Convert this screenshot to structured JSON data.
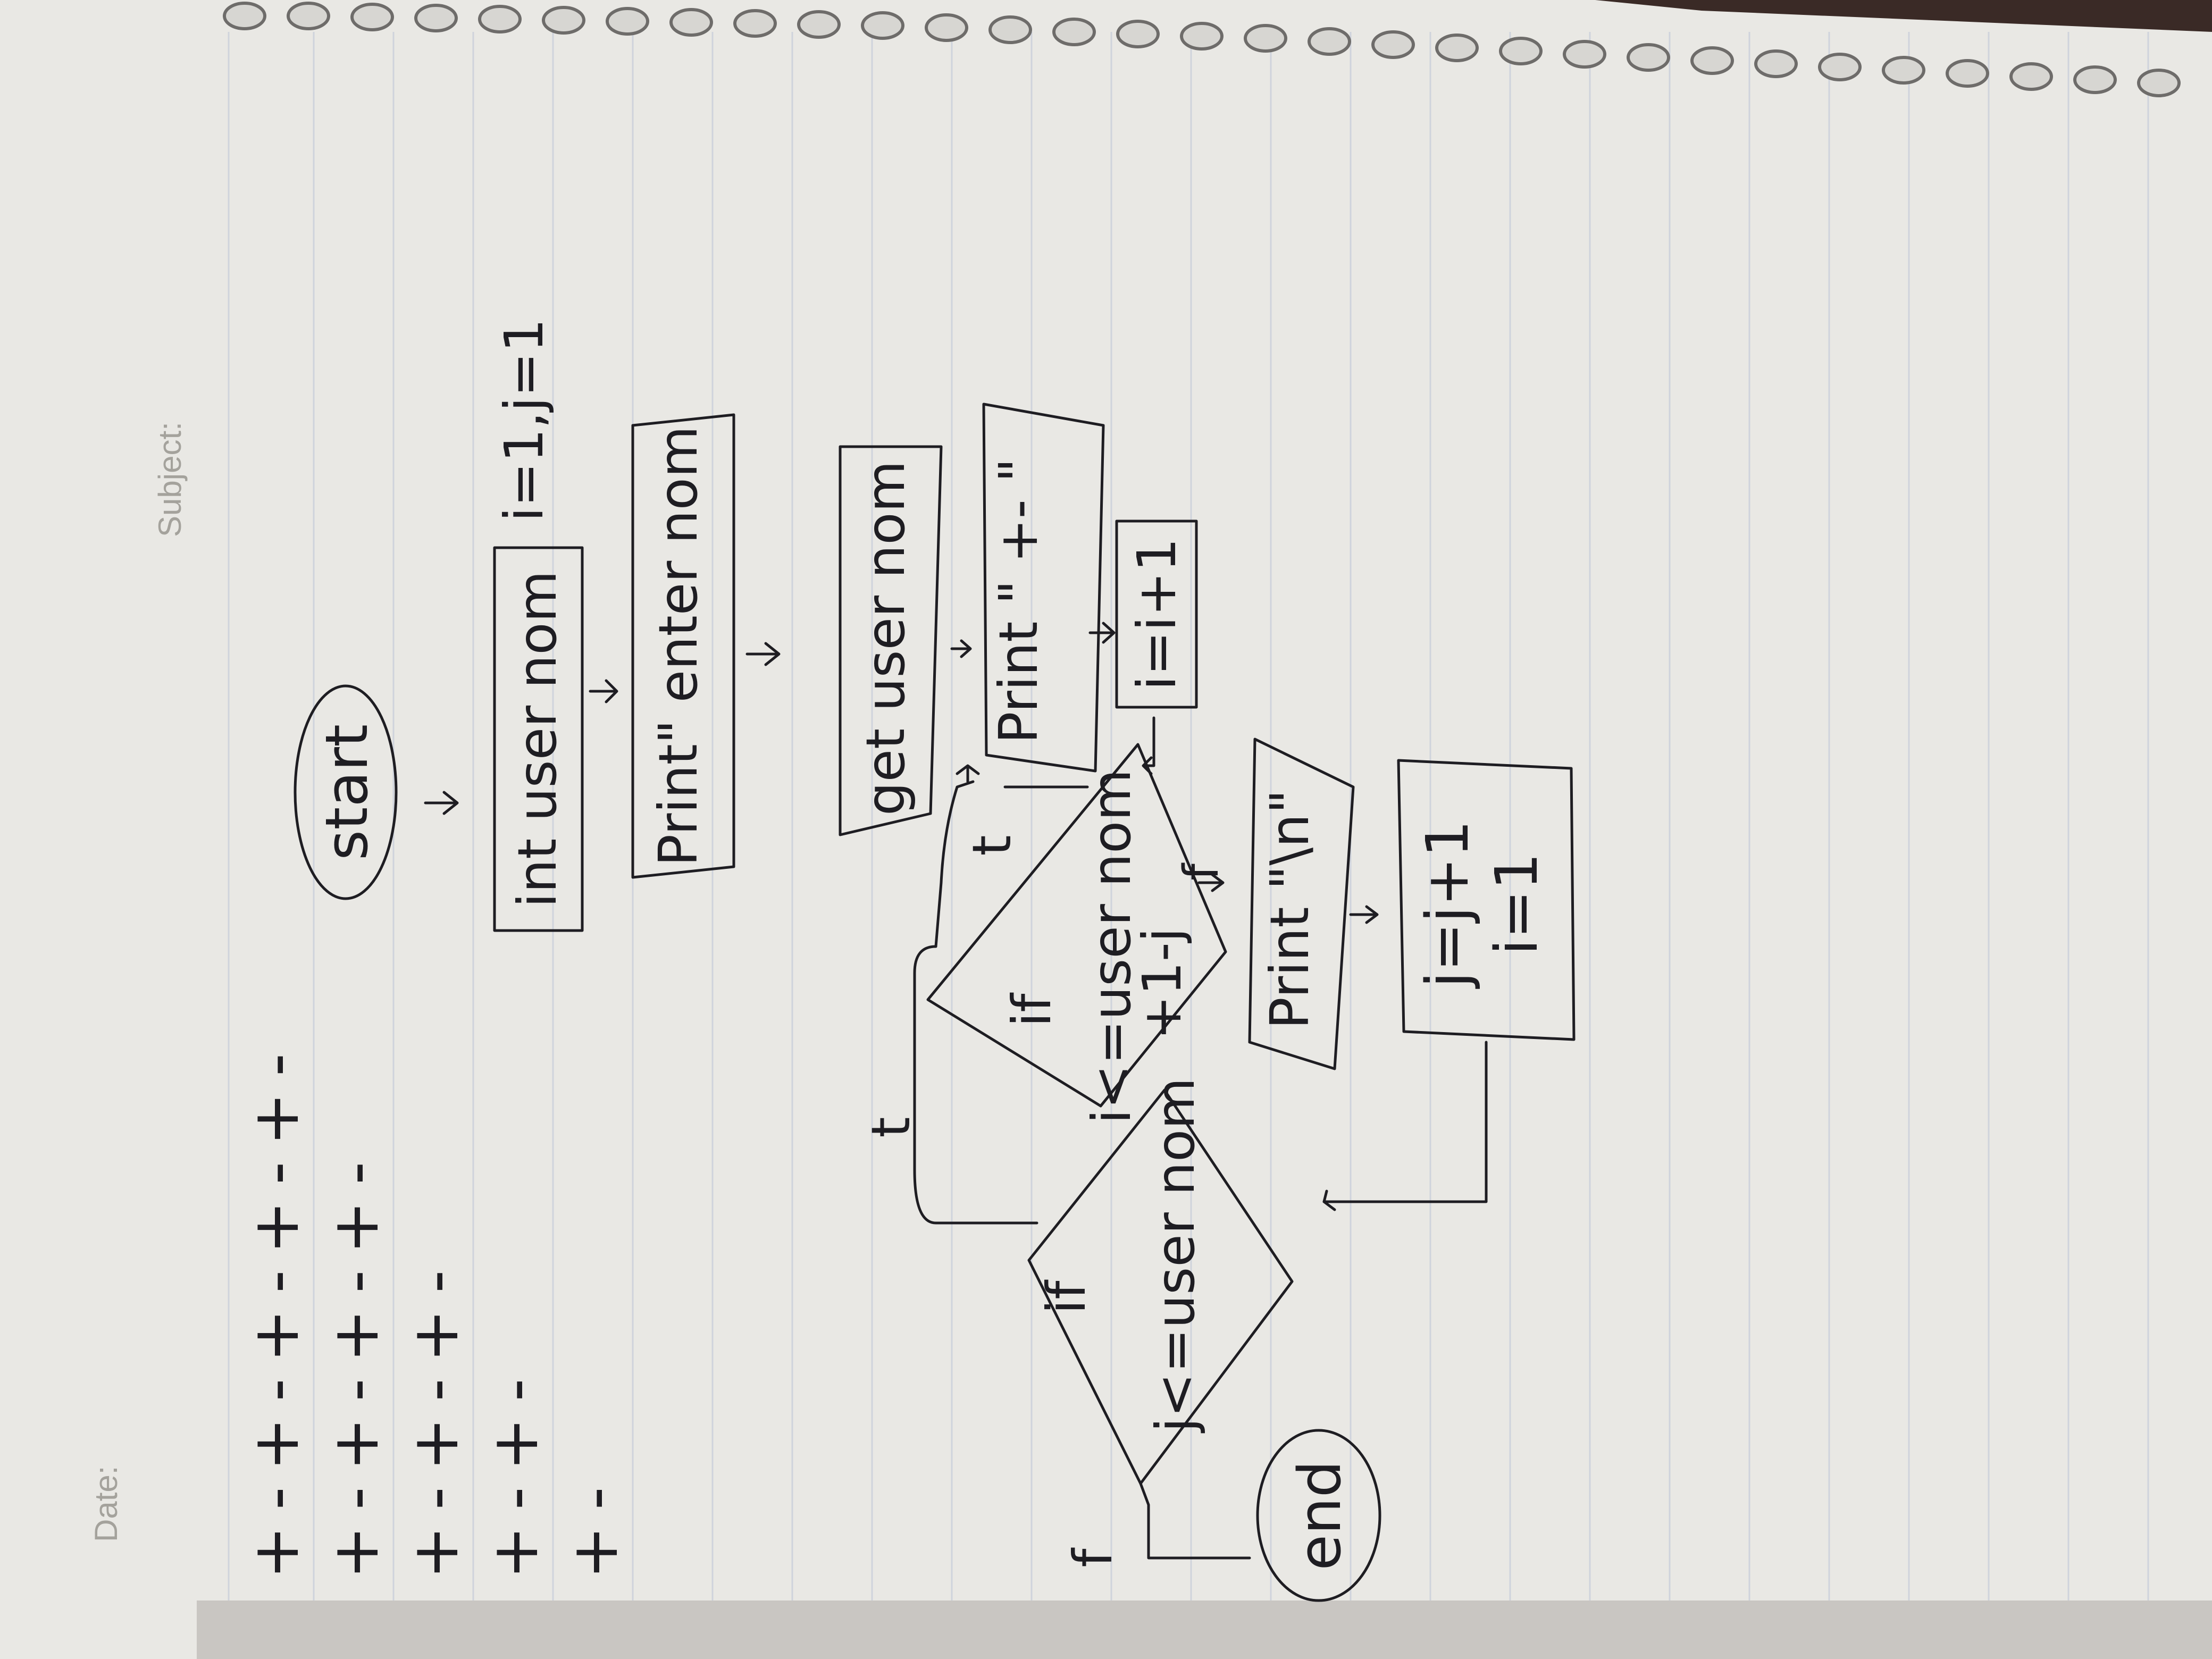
{
  "header": {
    "date_label": "Date:",
    "subject_label": "Subject:"
  },
  "pattern": {
    "rows": [
      "+-+-+-+-+-",
      "+-+-+-+-",
      "+-+-+-",
      "+-+-",
      "+-"
    ]
  },
  "flowchart": {
    "start": "start",
    "init": "int user nom",
    "init_vars": "i=1,j=1",
    "prompt": "Print\" enter nom",
    "input": "get user nom",
    "print_cell": "Print \" +- \"",
    "increment_i": "i=i+1",
    "inner_cond_1": "if",
    "inner_cond_2": "i<=user nom",
    "inner_cond_3": "+1-j",
    "inner_true": "t",
    "inner_false": "f",
    "print_newline": "Print \"\\n\"",
    "update_1": "j=j+1",
    "update_2": "i=1",
    "outer_cond_1": "if",
    "outer_cond_2": "j<=user nom",
    "outer_true": "t",
    "outer_false": "f",
    "end": "end"
  },
  "colors": {
    "paper": "#e9e8e4",
    "ink": "#1e1d22",
    "rule": "#cfd3dc",
    "margin": "#c9c6c2"
  }
}
